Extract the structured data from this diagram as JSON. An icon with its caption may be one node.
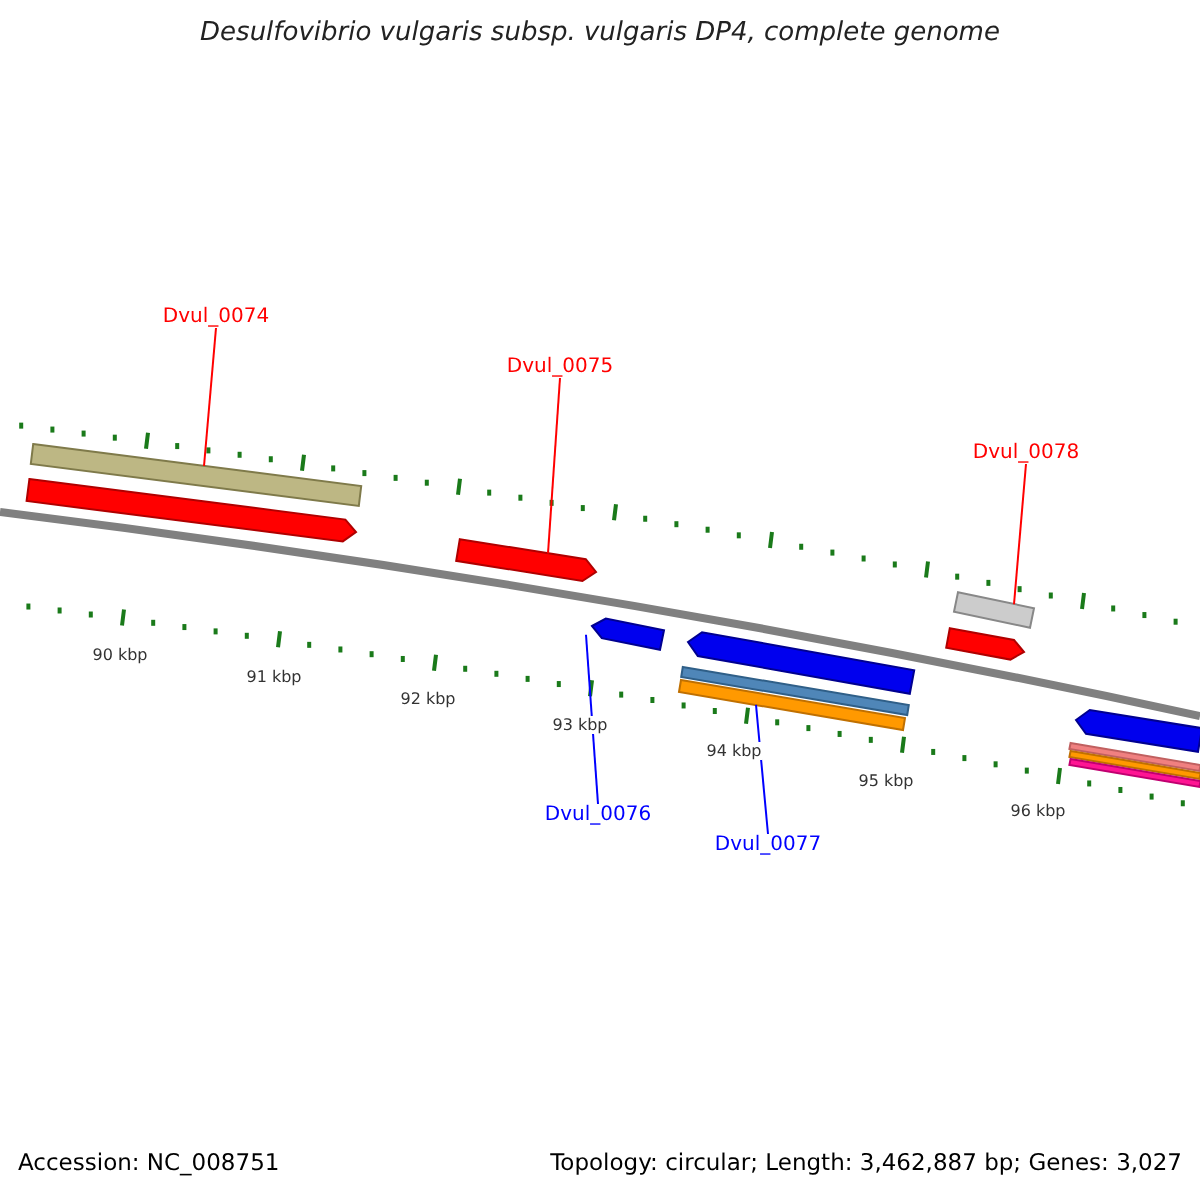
{
  "diagram": {
    "title": "Desulfovibrio vulgaris subsp. vulgaris DP4, complete genome",
    "nodes": [
      {
        "text": [
          "Dvul_0074"
        ]
      },
      {
        "text": [],
        "shape": "bar"
      },
      {
        "text": [
          "Dvul_0075"
        ]
      },
      {
        "text": [],
        "shape": "arrow"
      },
      {
        "text": [
          "Dvul_0078"
        ]
      },
      {
        "text": [],
        "shape": "bar"
      },
      {
        "text": [
          "Dvul_0076"
        ]
      },
      {
        "text": [],
        "shape": "arrow"
      },
      {
        "text": [
          "Dvul_0077"
        ]
      },
      {
        "text": [],
        "shape": "bar"
      },
      {
        "text": [],
        "shape": "arrow"
      },
      {
        "text": [],
        "shape": "arrow"
      },
      {
        "text": [],
        "shape": "arrow"
      },
      {
        "text": [],
        "shape": "arrow"
      },
      {
        "text": [],
        "shape": "bar"
      },
      {
        "text": [],
        "shape": "bar"
      },
      {
        "text": [],
        "shape": "bar"
      },
      {
        "text": [],
        "shape": "bar"
      }
    ],
    "edges": [
      {
        "from": 0,
        "to": 1,
        "arrow": "none"
      },
      {
        "from": 2,
        "to": 3,
        "arrow": "none"
      },
      {
        "from": 4,
        "to": 5,
        "arrow": "none"
      },
      {
        "from": 6,
        "to": 7,
        "arrow": "none",
        "color": "#0000ff"
      },
      {
        "from": 8,
        "to": 9,
        "arrow": "none",
        "color": "#0000ff"
      }
    ],
    "labels": [
      "90 kbp",
      "91 kbp",
      "92 kbp",
      "93 kbp",
      "94 kbp",
      "95 kbp",
      "96 kbp",
      "Accession: NC_008751",
      "Topology: circular; Length: 3,462,887 bp; Genes: 3,027"
    ]
  }
}
